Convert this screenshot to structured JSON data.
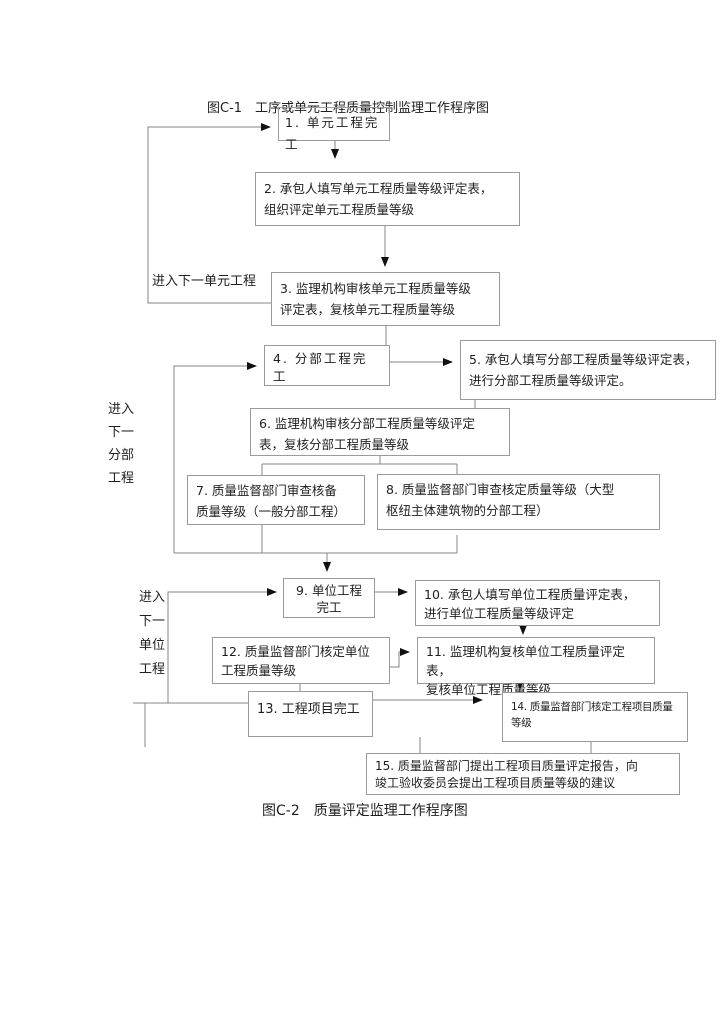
{
  "figure1": {
    "title": "图C-1　工序或单元工程质量控制监理工作程序图"
  },
  "figure2": {
    "caption": "图C-2　质量评定监理工作程序图"
  },
  "loop_labels": {
    "next_unit_work": "进入下一单元工程",
    "next_subproject": "进入下一分部工程",
    "next_unit_project": "进入下一单位工程"
  },
  "nodes": [
    {
      "id": "1",
      "text": "1. 单元工程完\n工"
    },
    {
      "id": "2",
      "text": "2. 承包人填写单元工程质量等级评定表，\n组织评定单元工程质量等级"
    },
    {
      "id": "3",
      "text": "3. 监理机构审核单元工程质量等级\n评定表，复核单元工程质量等级"
    },
    {
      "id": "4",
      "text": "4. 分部工程完\n工"
    },
    {
      "id": "5",
      "text": "5. 承包人填写分部工程质量等级评定表，\n进行分部工程质量等级评定。"
    },
    {
      "id": "6",
      "text": "6. 监理机构审核分部工程质量等级评定\n表，复核分部工程质量等级"
    },
    {
      "id": "7",
      "text": "7. 质量监督部门审查核备\n质量等级（一般分部工程）"
    },
    {
      "id": "8",
      "text": "8. 质量监督部门审查核定质量等级（大型\n枢纽主体建筑物的分部工程）"
    },
    {
      "id": "9",
      "text": "9. 单位工程\n完工"
    },
    {
      "id": "10",
      "text": "10. 承包人填写单位工程质量评定表，\n进行单位工程质量等级评定"
    },
    {
      "id": "11",
      "text": "11. 监理机构复核单位工程质量评定表，\n复核单位工程质量等级"
    },
    {
      "id": "12",
      "text": "12. 质量监督部门核定单位\n工程质量等级"
    },
    {
      "id": "13",
      "text": "13. 工程项目完工"
    },
    {
      "id": "14",
      "text": "14. 质量监督部门核定工程项目质量等级"
    },
    {
      "id": "15",
      "text": "15. 质量监督部门提出工程项目质量评定报告，向\n竣工验收委员会提出工程项目质量等级的建议"
    }
  ],
  "colors": {
    "background": "#ffffff",
    "box_border": "#9b9b9b",
    "connector_line": "#858585",
    "arrowhead": "#111111",
    "text": "#1f1f1f"
  }
}
